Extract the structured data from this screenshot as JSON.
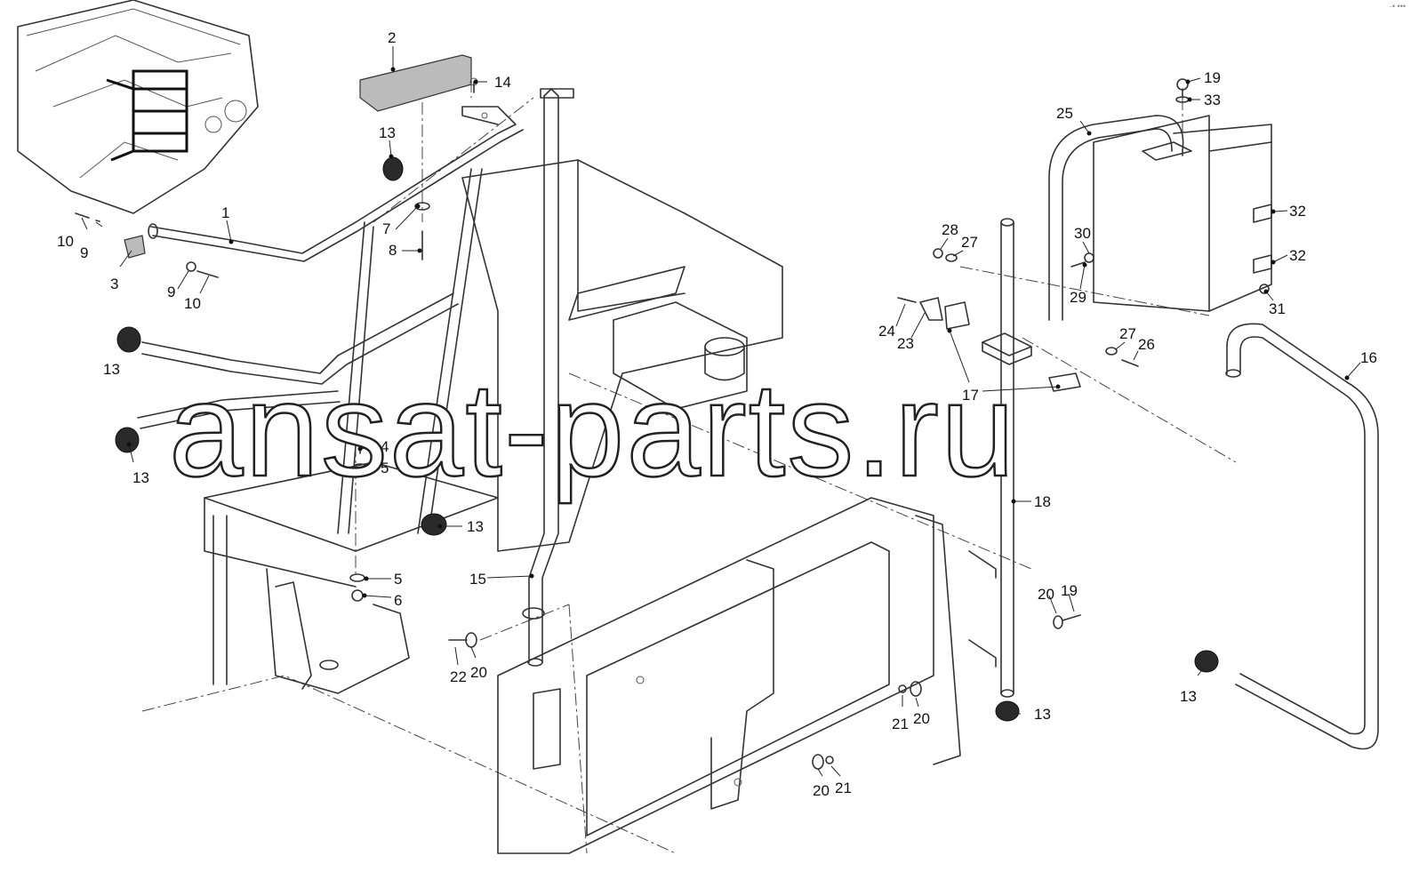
{
  "watermark": "ansat-parts.ru",
  "corner_mark": "·• •••",
  "callouts": [
    {
      "id": "c1",
      "text": "1"
    },
    {
      "id": "c2",
      "text": "2"
    },
    {
      "id": "c3",
      "text": "3"
    },
    {
      "id": "c4",
      "text": "4"
    },
    {
      "id": "c5a",
      "text": "5"
    },
    {
      "id": "c5b",
      "text": "5"
    },
    {
      "id": "c6",
      "text": "6"
    },
    {
      "id": "c7",
      "text": "7"
    },
    {
      "id": "c8",
      "text": "8"
    },
    {
      "id": "c9a",
      "text": "9"
    },
    {
      "id": "c9b",
      "text": "9"
    },
    {
      "id": "c10a",
      "text": "10"
    },
    {
      "id": "c10b",
      "text": "10"
    },
    {
      "id": "c13a",
      "text": "13"
    },
    {
      "id": "c13b",
      "text": "13"
    },
    {
      "id": "c13c",
      "text": "13"
    },
    {
      "id": "c13d",
      "text": "13"
    },
    {
      "id": "c13e",
      "text": "13"
    },
    {
      "id": "c13f",
      "text": "13"
    },
    {
      "id": "c14",
      "text": "14"
    },
    {
      "id": "c15",
      "text": "15"
    },
    {
      "id": "c16",
      "text": "16"
    },
    {
      "id": "c17",
      "text": "17"
    },
    {
      "id": "c18",
      "text": "18"
    },
    {
      "id": "c19a",
      "text": "19"
    },
    {
      "id": "c19b",
      "text": "19"
    },
    {
      "id": "c20a",
      "text": "20"
    },
    {
      "id": "c20b",
      "text": "20"
    },
    {
      "id": "c20c",
      "text": "20"
    },
    {
      "id": "c20d",
      "text": "20"
    },
    {
      "id": "c21a",
      "text": "21"
    },
    {
      "id": "c21b",
      "text": "21"
    },
    {
      "id": "c22",
      "text": "22"
    },
    {
      "id": "c23",
      "text": "23"
    },
    {
      "id": "c24",
      "text": "24"
    },
    {
      "id": "c25",
      "text": "25"
    },
    {
      "id": "c26",
      "text": "26"
    },
    {
      "id": "c27a",
      "text": "27"
    },
    {
      "id": "c27b",
      "text": "27"
    },
    {
      "id": "c28",
      "text": "28"
    },
    {
      "id": "c29",
      "text": "29"
    },
    {
      "id": "c30",
      "text": "30"
    },
    {
      "id": "c31",
      "text": "31"
    },
    {
      "id": "c32a",
      "text": "32"
    },
    {
      "id": "c32b",
      "text": "32"
    },
    {
      "id": "c33",
      "text": "33"
    }
  ]
}
